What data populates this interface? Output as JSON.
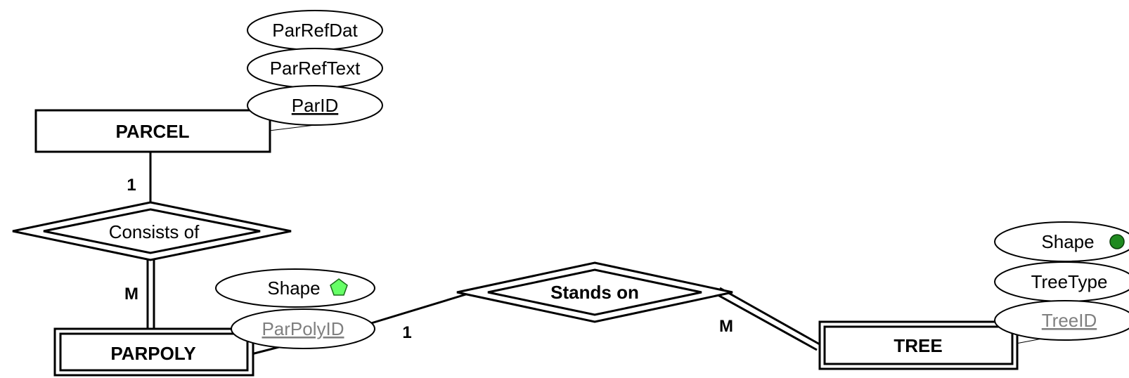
{
  "entities": {
    "parcel": "PARCEL",
    "parpoly": "PARPOLY",
    "tree": "TREE"
  },
  "relationships": {
    "consists_of": "Consists of",
    "stands_on": "Stands on"
  },
  "attributes": {
    "par_ref_dat": "ParRefDat",
    "par_ref_text": "ParRefText",
    "par_id": "ParID",
    "parpoly_shape": "Shape",
    "par_poly_id": "ParPolyID",
    "tree_shape": "Shape",
    "tree_type": "TreeType",
    "tree_id": "TreeID"
  },
  "cardinalities": {
    "parcel_consists": "1",
    "parpoly_consists": "M",
    "parpoly_stands": "1",
    "tree_stands": "M"
  },
  "colors": {
    "pentagon_fill": "#66ff66",
    "circle_fill": "#1f8a1f"
  }
}
